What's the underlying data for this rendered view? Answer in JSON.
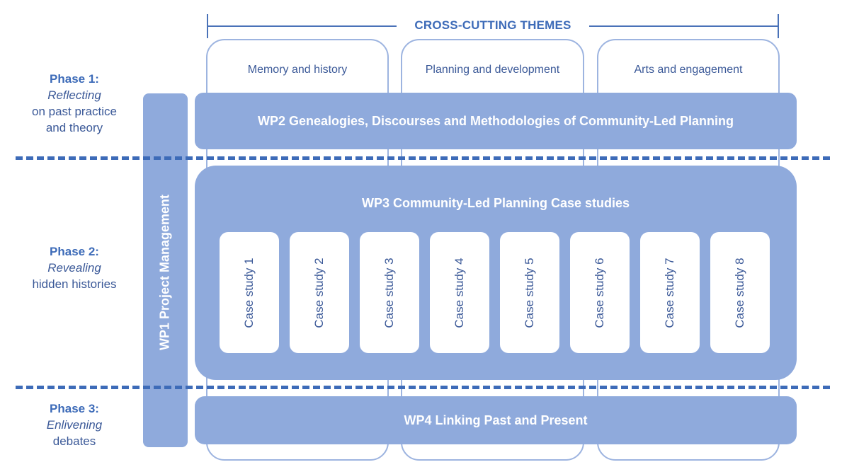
{
  "themes": {
    "title": "CROSS-CUTTING THEMES",
    "items": [
      "Memory and history",
      "Planning and development",
      "Arts and engagement"
    ]
  },
  "phases": [
    {
      "title": "Phase 1:",
      "italic": "Reflecting",
      "line1": "on past practice",
      "line2": "and theory"
    },
    {
      "title": "Phase 2:",
      "italic": "Revealing",
      "line1": "hidden histories",
      "line2": ""
    },
    {
      "title": "Phase 3:",
      "italic": "Enlivening",
      "line1": "debates",
      "line2": ""
    }
  ],
  "wp1": {
    "label": "WP1 Project Management"
  },
  "wp2": {
    "label": "WP2 Genealogies, Discourses and Methodologies of Community-Led Planning"
  },
  "wp3": {
    "label": "WP3 Community-Led Planning Case studies",
    "cases": [
      "Case study 1",
      "Case study 2",
      "Case study 3",
      "Case study 4",
      "Case study 5",
      "Case study 6",
      "Case study 7",
      "Case study 8"
    ]
  },
  "wp4": {
    "label": "WP4 Linking Past and Present"
  },
  "colors": {
    "box_fill": "#8faadc",
    "accent": "#3d6bb8",
    "outline": "#9db4e0"
  }
}
